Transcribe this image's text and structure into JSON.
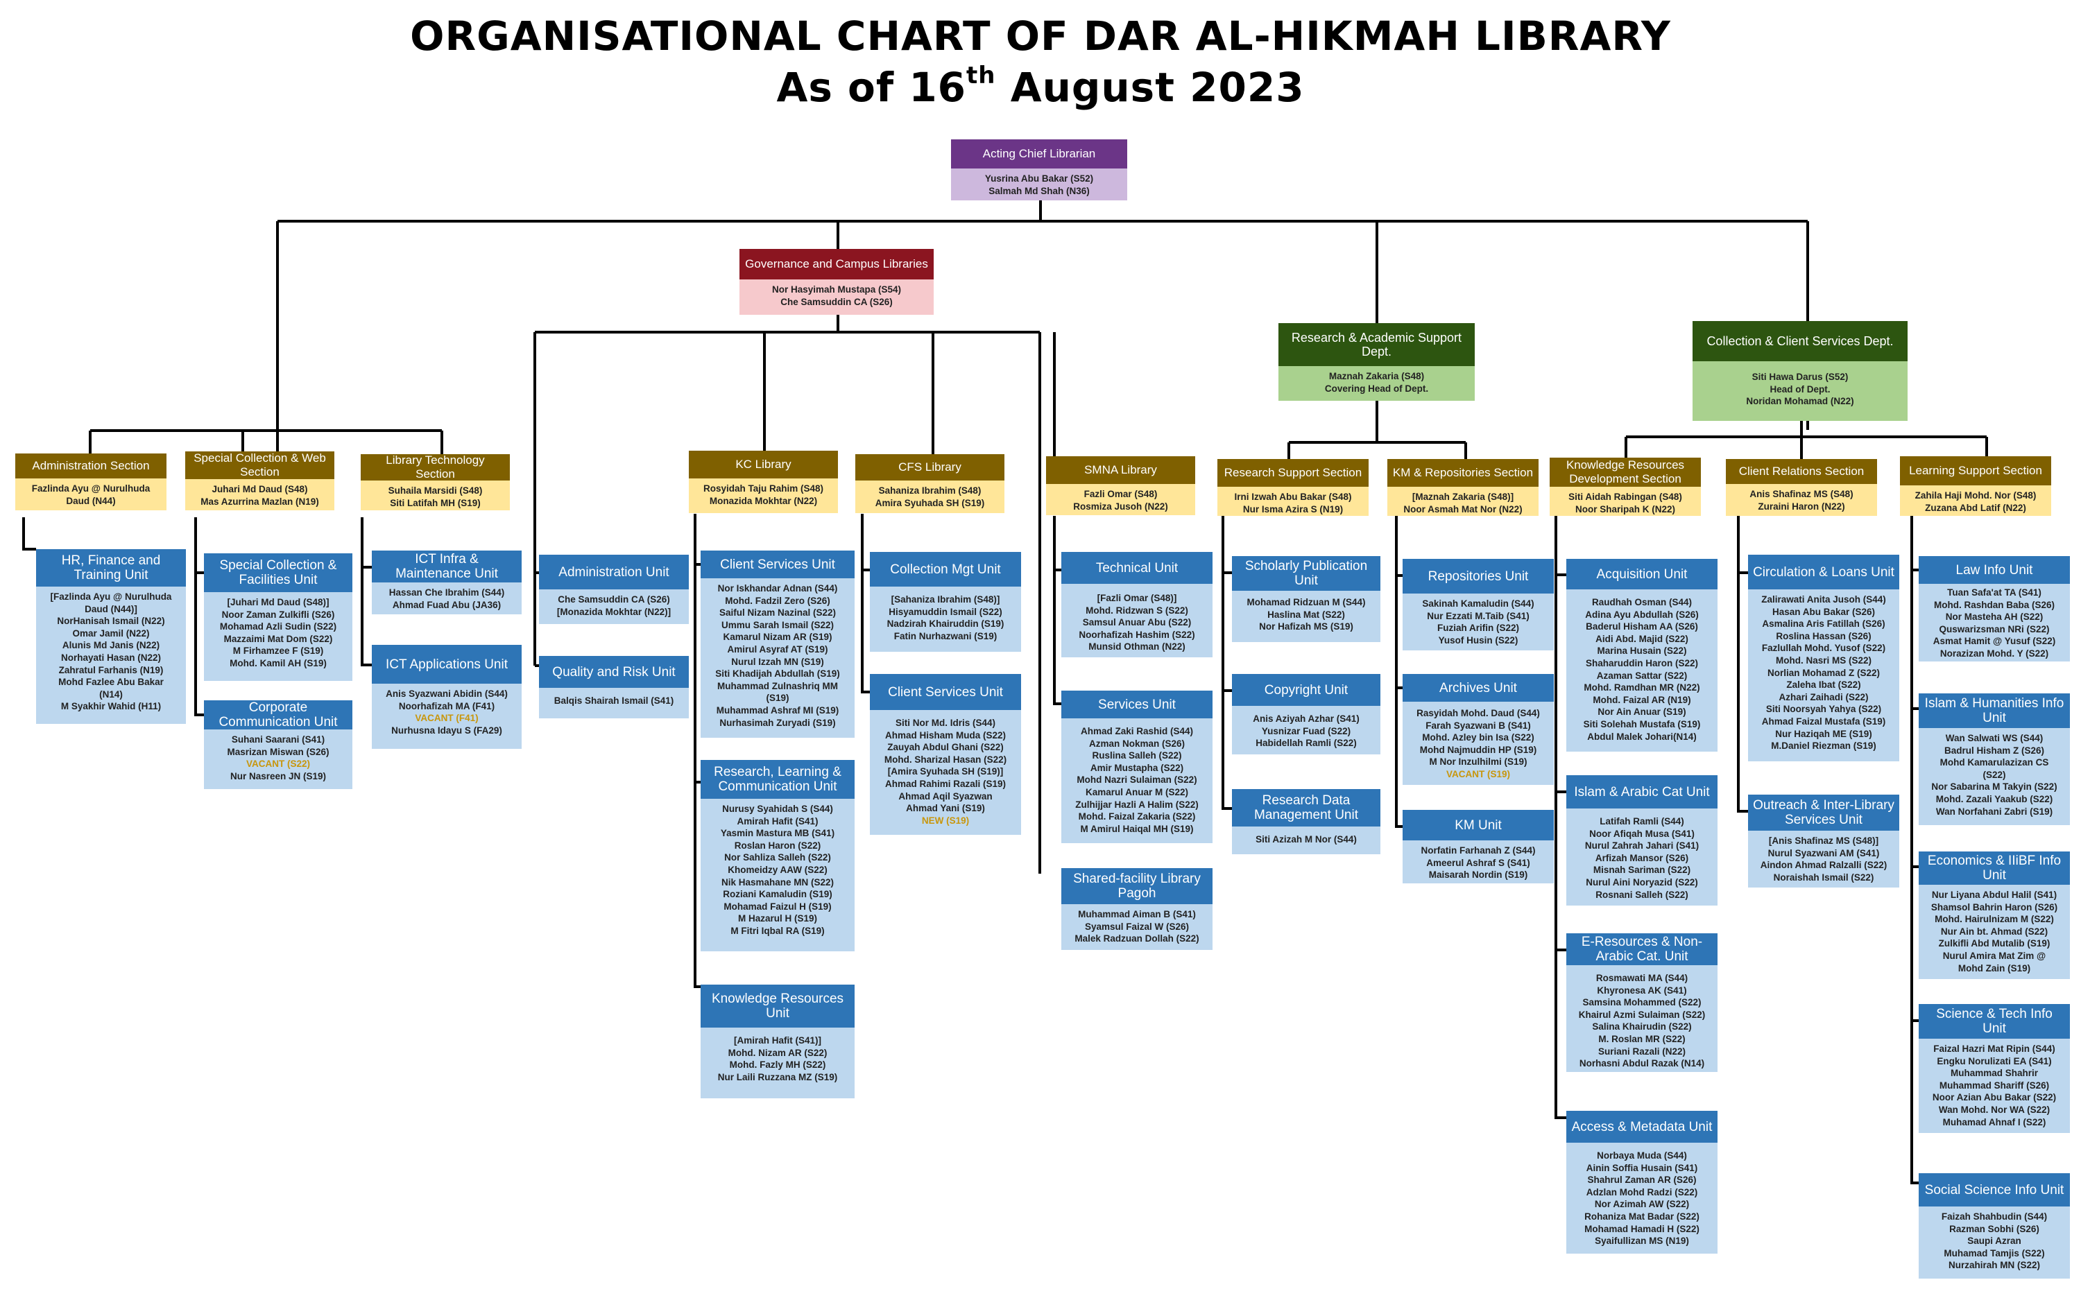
{
  "title": {
    "line1": "ORGANISATIONAL CHART OF DAR AL-HIKMAH LIBRARY",
    "line2_pre": "As of 16",
    "line2_sup": "th",
    "line2_post": " August 2023"
  },
  "colors": {
    "purple_header": "#6b3587",
    "purple_body": "#cdb8dd",
    "red_header": "#8b1520",
    "red_body": "#f6c9cc",
    "green_header": "#2d5510",
    "green_body": "#a9d18e",
    "gold_header": "#7f6000",
    "yellow_body": "#ffe699",
    "blue_header": "#2e75b6",
    "blue_body": "#bdd7ee",
    "vacant_text": "#c8960c",
    "connector": "#000000"
  },
  "boxes": [
    {
      "id": "acting-chief-librarian",
      "label": "Acting Chief Librarian",
      "scheme": "purple",
      "members": [
        "Yusrina Abu Bakar (S52)",
        "Salmah Md Shah (N36)"
      ]
    },
    {
      "id": "governance-campus-libraries",
      "label": "Governance and Campus Libraries",
      "scheme": "red",
      "members": [
        "Nor Hasyimah Mustapa (S54)",
        "Che Samsuddin CA (S26)"
      ]
    },
    {
      "id": "research-academic-support-dept",
      "label": "Research & Academic Support Dept.",
      "scheme": "green",
      "members": [
        "Maznah Zakaria (S48)",
        "Covering Head of Dept."
      ]
    },
    {
      "id": "collection-client-services-dept",
      "label": "Collection & Client Services Dept.",
      "scheme": "green",
      "members": [
        "Siti Hawa Darus (S52)",
        "Head of Dept.",
        "Noridan Mohamad (N22)"
      ]
    },
    {
      "id": "administration-section",
      "label": "Administration Section",
      "scheme": "gold",
      "members": [
        "Fazlinda Ayu @ Nurulhuda",
        "Daud (N44)"
      ]
    },
    {
      "id": "special-collection-web-section",
      "label": "Special Collection & Web Section",
      "scheme": "gold",
      "members": [
        "Juhari Md Daud (S48)",
        "Mas Azurrina Mazlan (N19)"
      ]
    },
    {
      "id": "library-technology-section",
      "label": "Library Technology Section",
      "scheme": "gold",
      "members": [
        "Suhaila Marsidi (S48)",
        "Siti Latifah MH (S19)"
      ]
    },
    {
      "id": "kc-library",
      "label": "KC Library",
      "scheme": "gold",
      "members": [
        "Rosyidah Taju Rahim (S48)",
        "Monazida Mokhtar (N22)"
      ]
    },
    {
      "id": "cfs-library",
      "label": "CFS Library",
      "scheme": "gold",
      "members": [
        "Sahaniza Ibrahim (S48)",
        "Amira Syuhada SH (S19)"
      ]
    },
    {
      "id": "smna-library",
      "label": "SMNA Library",
      "scheme": "gold",
      "members": [
        "Fazli Omar (S48)",
        "Rosmiza Jusoh (N22)"
      ]
    },
    {
      "id": "research-support-section",
      "label": "Research Support Section",
      "scheme": "gold",
      "members": [
        "Irni Izwah Abu Bakar (S48)",
        "Nur Isma Azira S (N19)"
      ]
    },
    {
      "id": "km-repositories-section",
      "label": "KM & Repositories Section",
      "scheme": "gold",
      "members": [
        "[Maznah Zakaria (S48)]",
        "Noor Asmah Mat Nor (N22)"
      ]
    },
    {
      "id": "knowledge-resources-development-section",
      "label": "Knowledge Resources Development Section",
      "scheme": "gold",
      "members": [
        "Siti Aidah Rabingan (S48)",
        "Noor Sharipah K (N22)"
      ]
    },
    {
      "id": "client-relations-section",
      "label": "Client Relations Section",
      "scheme": "gold",
      "members": [
        "Anis Shafinaz MS (S48)",
        "Zuraini Haron (N22)"
      ]
    },
    {
      "id": "learning-support-section",
      "label": "Learning Support Section",
      "scheme": "gold",
      "members": [
        "Zahila Haji Mohd. Nor (S48)",
        "Zuzana Abd Latif (N22)"
      ]
    },
    {
      "id": "hr-finance-training-unit",
      "label": "HR, Finance and Training Unit",
      "scheme": "blue",
      "members": [
        "[Fazlinda Ayu @ Nurulhuda",
        "Daud (N44)]",
        "NorHanisah Ismail (N22)",
        "Omar Jamil (N22)",
        "Alunis Md Janis (N22)",
        "Norhayati Hasan (N22)",
        "Zahratul Farhanis (N19)",
        "Mohd Fazlee Abu Bakar",
        "(N14)",
        "M Syakhir Wahid (H11)"
      ]
    },
    {
      "id": "special-collection-facilities-unit",
      "label": "Special Collection & Facilities Unit",
      "scheme": "blue",
      "members": [
        "[Juhari Md Daud (S48)]",
        "Noor Zaman Zulkifli (S26)",
        "Mohamad Azli Sudin (S22)",
        "Mazzaimi Mat Dom (S22)",
        "M Firhamzee F (S19)",
        "Mohd. Kamil AH (S19)"
      ]
    },
    {
      "id": "corporate-communication-unit",
      "label": "Corporate Communication Unit",
      "scheme": "blue",
      "members": [
        "Suhani Saarani (S41)",
        "Masrizan Miswan (S26)",
        "VACANT (S22)",
        "Nur Nasreen JN (S19)"
      ]
    },
    {
      "id": "ict-infra-maintenance-unit",
      "label": "ICT Infra & Maintenance Unit",
      "scheme": "blue",
      "members": [
        "Hassan Che Ibrahim (S44)",
        "Ahmad Fuad Abu (JA36)"
      ]
    },
    {
      "id": "ict-applications-unit",
      "label": "ICT Applications Unit",
      "scheme": "blue",
      "members": [
        "Anis Syazwani Abidin (S44)",
        "Noorhafizah MA (F41)",
        "VACANT (F41)",
        "Nurhusna Idayu S (FA29)"
      ]
    },
    {
      "id": "administration-unit",
      "label": "Administration Unit",
      "scheme": "blue",
      "members": [
        "Che Samsuddin CA (S26)",
        "[Monazida Mokhtar (N22)]"
      ]
    },
    {
      "id": "quality-risk-unit",
      "label": "Quality and Risk Unit",
      "scheme": "blue",
      "members": [
        "Balqis Shairah Ismail (S41)"
      ]
    },
    {
      "id": "kc-client-services-unit",
      "label": "Client Services Unit",
      "scheme": "blue",
      "members": [
        "Nor Iskhandar Adnan (S44)",
        "Mohd. Fadzil Zero (S26)",
        "Saiful Nizam Nazinal (S22)",
        "Ummu Sarah Ismail (S22)",
        "Kamarul Nizam AR (S19)",
        "Amirul Asyraf  AT (S19)",
        "Nurul Izzah MN (S19)",
        "Siti Khadijah Abdullah (S19)",
        "Muhammad Zulnashriq MM",
        "(S19)",
        "Muhammad Ashraf MI (S19)",
        "Nurhasimah Zuryadi (S19)"
      ]
    },
    {
      "id": "research-learning-communication-unit",
      "label": "Research, Learning & Communication Unit",
      "scheme": "blue",
      "members": [
        "Nurusy Syahidah S (S44)",
        "Amirah Hafit (S41)",
        "Yasmin Mastura MB (S41)",
        "Roslan Haron (S22)",
        "Nor Sahliza Salleh (S22)",
        "Khomeidzy AAW (S22)",
        "Nik Hasmahane MN (S22)",
        "Roziani Kamaludin  (S19)",
        "Mohamad Faizul H (S19)",
        "M Hazarul H (S19)",
        "M Fitri Iqbal RA (S19)"
      ]
    },
    {
      "id": "knowledge-resources-unit",
      "label": "Knowledge Resources Unit",
      "scheme": "blue",
      "members": [
        "[Amirah Hafit (S41)]",
        "Mohd. Nizam AR (S22)",
        "Mohd. Fazly MH  (S22)",
        "Nur Laili Ruzzana MZ (S19)"
      ]
    },
    {
      "id": "collection-mgt-unit",
      "label": "Collection Mgt Unit",
      "scheme": "blue",
      "members": [
        "[Sahaniza Ibrahim (S48)]",
        "Hisyamuddin Ismail (S22)",
        "Nadzirah Khairuddin (S19)",
        "Fatin Nurhazwani (S19)"
      ]
    },
    {
      "id": "cfs-client-services-unit",
      "label": "Client Services Unit",
      "scheme": "blue",
      "members": [
        "Siti Nor Md. Idris (S44)",
        "Ahmad Hisham Muda (S22)",
        "Zauyah Abdul Ghani (S22)",
        "Mohd. Sharizal Hasan (S22)",
        "[Amira Syuhada SH (S19)]",
        "Ahmad Rahimi Razali (S19)",
        "Ahmad Aqil Syazwan",
        "Ahmad Yani (S19)",
        "NEW (S19)"
      ]
    },
    {
      "id": "technical-unit",
      "label": "Technical Unit",
      "scheme": "blue",
      "members": [
        "[Fazli Omar (S48)]",
        "Mohd. Ridzwan S (S22)",
        "Samsul Anuar Abu (S22)",
        "Noorhafizah Hashim (S22)",
        "Munsid Othman (N22)"
      ]
    },
    {
      "id": "services-unit",
      "label": "Services Unit",
      "scheme": "blue",
      "members": [
        "Ahmad Zaki Rashid (S44)",
        "Azman Nokman (S26)",
        "Ruslina Salleh (S22)",
        "Amir Mustapha (S22)",
        "Mohd Nazri Sulaiman (S22)",
        "Kamarul Anuar M (S22)",
        "Zulhijjar Hazli A Halim (S22)",
        "Mohd. Faizal Zakaria (S22)",
        "M Amirul Haiqal MH (S19)"
      ]
    },
    {
      "id": "shared-facility-library-pagoh",
      "label": "Shared-facility Library Pagoh",
      "scheme": "blue",
      "members": [
        "Muhammad Aiman B (S41)",
        "Syamsul Faizal W (S26)",
        "Malek Radzuan Dollah (S22)"
      ]
    },
    {
      "id": "scholarly-publication-unit",
      "label": "Scholarly Publication Unit",
      "scheme": "blue",
      "members": [
        "Mohamad Ridzuan M (S44)",
        "Haslina Mat (S22)",
        "Nor Hafizah MS (S19)"
      ]
    },
    {
      "id": "copyright-unit",
      "label": "Copyright Unit",
      "scheme": "blue",
      "members": [
        "Anis Aziyah Azhar (S41)",
        "Yusnizar Fuad (S22)",
        "Habidellah Ramli  (S22)"
      ]
    },
    {
      "id": "research-data-management-unit",
      "label": "Research Data Management Unit",
      "scheme": "blue",
      "members": [
        "Siti Azizah M Nor (S44)"
      ]
    },
    {
      "id": "repositories-unit",
      "label": "Repositories Unit",
      "scheme": "blue",
      "members": [
        "Sakinah Kamaludin (S44)",
        "Nur Ezzati M.Taib (S41)",
        "Fuziah Arifin (S22)",
        "Yusof Husin (S22)"
      ]
    },
    {
      "id": "archives-unit",
      "label": "Archives Unit",
      "scheme": "blue",
      "members": [
        "Rasyidah Mohd. Daud  (S44)",
        "Farah Syazwani B (S41)",
        "Mohd. Azley bin Isa (S22)",
        "Mohd Najmuddin HP (S19)",
        "M Nor Inzulhilmi (S19)",
        "VACANT (S19)"
      ]
    },
    {
      "id": "km-unit",
      "label": "KM Unit",
      "scheme": "blue",
      "members": [
        "Norfatin Farhanah Z (S44)",
        "Ameerul Ashraf S (S41)",
        "Maisarah Nordin (S19)"
      ]
    },
    {
      "id": "acquisition-unit",
      "label": "Acquisition Unit",
      "scheme": "blue",
      "members": [
        "Raudhah Osman (S44)",
        "Adina Ayu Abdullah (S26)",
        "Baderul Hisham AA (S26)",
        "Aidi Abd. Majid (S22)",
        "Marina Husain (S22)",
        "Shaharuddin Haron (S22)",
        "Azaman Sattar (S22)",
        "Mohd. Ramdhan MR (N22)",
        "Mohd. Faizal AR (N19)",
        "Nor Ain Anuar (S19)",
        "Siti Solehah Mustafa (S19)",
        "Abdul Malek Johari(N14)"
      ]
    },
    {
      "id": "islam-arabic-cat-unit",
      "label": "Islam & Arabic Cat Unit",
      "scheme": "blue",
      "members": [
        "Latifah Ramli (S44)",
        "Noor Afiqah Musa (S41)",
        "Nurul Zahrah Jahari (S41)",
        "Arfizah Mansor (S26)",
        "Misnah Sariman (S22)",
        "Nurul Aini Noryazid (S22)",
        "Rosnani Salleh (S22)"
      ]
    },
    {
      "id": "e-resources-non-arabic-cat-unit",
      "label": "E-Resources & Non-Arabic Cat. Unit",
      "scheme": "blue",
      "members": [
        "Rosmawati MA (S44)",
        "Khyronesa AK (S41)",
        "Samsina Mohammed (S22)",
        "Khairul Azmi Sulaiman (S22)",
        "Salina Khairudin  (S22)",
        "M. Roslan MR (S22)",
        "Suriani Razali (N22)",
        "Norhasni Abdul Razak (N14)"
      ]
    },
    {
      "id": "access-metadata-unit",
      "label": "Access & Metadata Unit",
      "scheme": "blue",
      "members": [
        "Norbaya Muda (S44)",
        "Ainin Soffia Husain (S41)",
        "Shahrul Zaman AR  (S26)",
        "Adzlan Mohd Radzi (S22)",
        "Nor Azimah AW (S22)",
        "Rohaniza Mat Badar (S22)",
        "Mohamad Hamadi H (S22)",
        "Syaifullizan MS (N19)"
      ]
    },
    {
      "id": "circulation-loans-unit",
      "label": "Circulation & Loans Unit",
      "scheme": "blue",
      "members": [
        "Zalirawati Anita Jusoh (S44)",
        "Hasan Abu Bakar (S26)",
        "Asmalina Aris Fatillah (S26)",
        "Roslina Hassan (S26)",
        "Fazlullah Mohd. Yusof (S22)",
        "Mohd. Nasri MS (S22)",
        "Norlian Mohamad Z (S22)",
        "Zaleha Ibat (S22)",
        "Azhari  Zaihadi (S22)",
        "Siti Noorsyah Yahya  (S22)",
        "Ahmad Faizal Mustafa (S19)",
        "Nur Haziqah ME (S19)",
        "M.Daniel Riezman (S19)"
      ]
    },
    {
      "id": "outreach-inter-library-services-unit",
      "label": "Outreach & Inter-Library Services Unit",
      "scheme": "blue",
      "members": [
        "[Anis Shafinaz MS (S48)]",
        "Nurul Syazwani AM (S41)",
        "Aindon Ahmad Ralzalli (S22)",
        "Noraishah Ismail (S22)"
      ]
    },
    {
      "id": "law-info-unit",
      "label": "Law Info Unit",
      "scheme": "blue",
      "members": [
        "Tuan Safa'at TA (S41)",
        "Mohd. Rashdan Baba (S26)",
        "Nor Masteha AH (S22)",
        "Quswarizsman NRi (S22)",
        "Asmat Hamit @ Yusuf (S22)",
        "Norazizan Mohd. Y (S22)"
      ]
    },
    {
      "id": "islam-humanities-info-unit",
      "label": "Islam & Humanities Info Unit",
      "scheme": "blue",
      "members": [
        "Wan Salwati WS (S44)",
        "Badrul Hisham Z (S26)",
        "Mohd Kamarulazizan CS",
        "(S22)",
        "Nor Sabarina M Takyin (S22)",
        "Mohd. Zazali Yaakub (S22)",
        "Wan Norfahani Zabri (S19)"
      ]
    },
    {
      "id": "economics-iiibf-info-unit",
      "label": "Economics & IIiBF Info Unit",
      "scheme": "blue",
      "members": [
        "Nur Liyana Abdul Halil (S41)",
        "Shamsol Bahrin Haron (S26)",
        "Mohd. Hairulnizam M (S22)",
        "Nur Ain bt. Ahmad (S22)",
        "Zulkifli Abd Mutalib (S19)",
        "Nurul Amira Mat Zim @",
        "Mohd Zain (S19)"
      ]
    },
    {
      "id": "science-tech-info-unit",
      "label": "Science & Tech Info Unit",
      "scheme": "blue",
      "members": [
        "Faizal Hazri Mat Ripin (S44)",
        "Engku Norulizati EA (S41)",
        "Muhammad Shahrir",
        "Muhammad Shariff (S26)",
        "Noor Azian Abu Bakar (S22)",
        "Wan Mohd. Nor WA (S22)",
        "Muhamad Ahnaf I (S22)"
      ]
    },
    {
      "id": "social-science-info-unit",
      "label": "Social Science Info Unit",
      "scheme": "blue",
      "members": [
        "Faizah Shahbudin (S44)",
        "Razman Sobhi (S26)",
        "Saupi Azran",
        "Muhamad Tamjis (S22)",
        "Nurzahirah MN (S22)"
      ]
    }
  ]
}
